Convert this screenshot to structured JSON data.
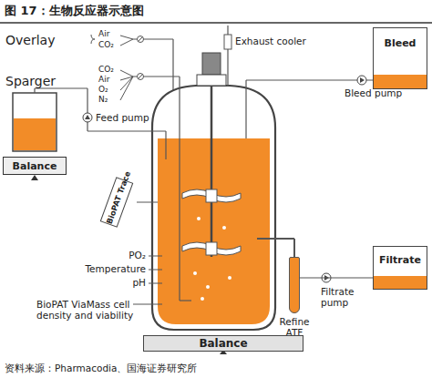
{
  "diagram": {
    "title": "图 17：生物反应器示意图",
    "caption": "资料来源：Pharmacodia、国海证券研究所",
    "nodes": [
      {
        "text": [
          "Balance"
        ]
      },
      {
        "text": [
          "BioPAT Trace"
        ]
      },
      {
        "text": [
          "Bleed"
        ]
      },
      {
        "text": [
          "Filtrate"
        ]
      },
      {
        "text": [
          "Refine ATF"
        ]
      },
      {
        "text": [
          "Balance"
        ]
      }
    ],
    "edges": [
      {
        "from": 4,
        "to": 3,
        "arrow": "none",
        "label": "Filtrate pump"
      }
    ],
    "labels": [
      "Overlay",
      "Air",
      "CO₂",
      "Sparger",
      "CO₂",
      "Air",
      "O₂",
      "N₂",
      "Exhaust cooler",
      "Feed pump",
      "Bleed pump",
      "PO₂",
      "Temperature",
      "pH",
      "BioPAT ViaMass cell density and viability"
    ]
  }
}
